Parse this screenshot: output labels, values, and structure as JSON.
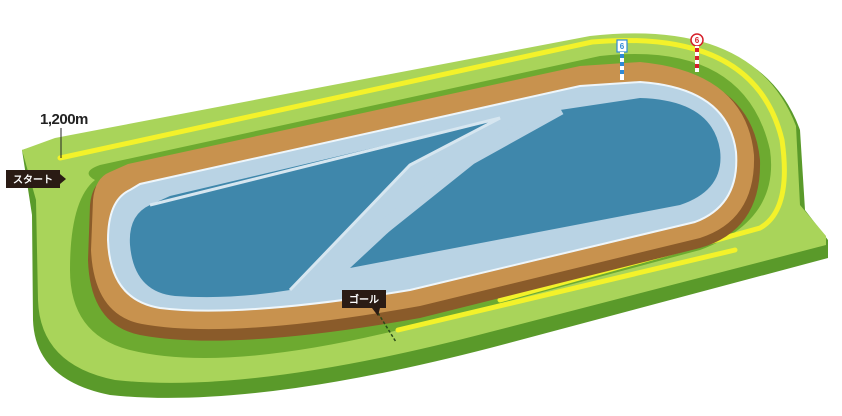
{
  "distance_label": "1,200m",
  "start_label": "スタート",
  "goal_label": "ゴール",
  "poles": [
    {
      "number": "6",
      "style": "blue"
    },
    {
      "number": "6",
      "style": "red"
    }
  ],
  "colors": {
    "turf_outer": "#79b93a",
    "turf_top": "#a9d45a",
    "rail_yellow": "#f3f22a",
    "dirt": "#c8924e",
    "dirt_shadow": "#8a5b2a",
    "infield_top": "#b9d3e4",
    "infield_deep": "#3f87ab",
    "label_bg": "#2a1b14",
    "pole_blue": "#2f8ad6",
    "pole_red": "#d6202a"
  }
}
